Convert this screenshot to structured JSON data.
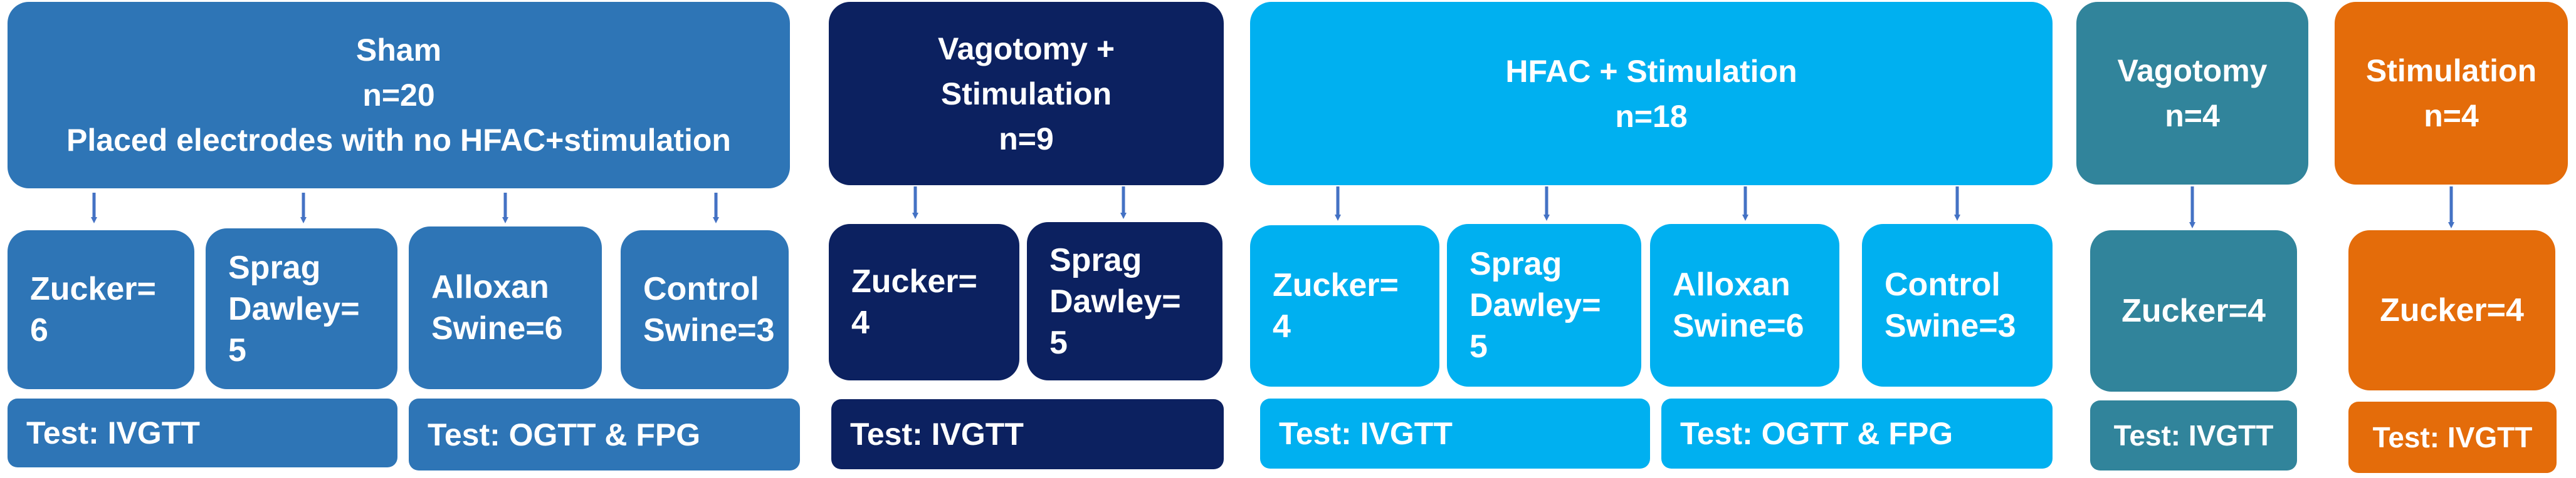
{
  "colors": {
    "sham": "#2e75b6",
    "vagotomy_stimulation": "#0c2160",
    "hfac_stimulation": "#00b0f0",
    "vagotomy": "#31849b",
    "stimulation": "#e46c0a",
    "arrow": "#4472c4"
  },
  "groups": {
    "sham": {
      "header": [
        "Sham",
        "n=20",
        "Placed electrodes with no HFAC+stimulation"
      ],
      "subgroups": [
        [
          "Zucker=",
          "6"
        ],
        [
          "Sprag",
          "Dawley=",
          "5"
        ],
        [
          "Alloxan",
          "Swine=6"
        ],
        [
          "Control",
          "Swine=3"
        ]
      ],
      "tests": [
        "Test: IVGTT",
        "Test: OGTT & FPG"
      ]
    },
    "vagotomy_stimulation": {
      "header": [
        "Vagotomy +",
        "Stimulation",
        "n=9"
      ],
      "subgroups": [
        [
          "Zucker=",
          "4"
        ],
        [
          "Sprag",
          "Dawley=",
          "5"
        ]
      ],
      "tests": [
        "Test: IVGTT"
      ]
    },
    "hfac_stimulation": {
      "header": [
        "HFAC + Stimulation",
        "n=18"
      ],
      "subgroups": [
        [
          "Zucker=",
          "4"
        ],
        [
          "Sprag",
          "Dawley=",
          "5"
        ],
        [
          "Alloxan",
          "Swine=6"
        ],
        [
          "Control",
          "Swine=3"
        ]
      ],
      "tests": [
        "Test: IVGTT",
        "Test: OGTT & FPG"
      ]
    },
    "vagotomy": {
      "header": [
        "Vagotomy",
        "n=4"
      ],
      "subgroups": [
        [
          "Zucker=4"
        ]
      ],
      "tests": [
        "Test: IVGTT"
      ]
    },
    "stimulation": {
      "header": [
        "Stimulation",
        "n=4"
      ],
      "subgroups": [
        [
          "Zucker=4"
        ]
      ],
      "tests": [
        "Test: IVGTT"
      ]
    }
  }
}
